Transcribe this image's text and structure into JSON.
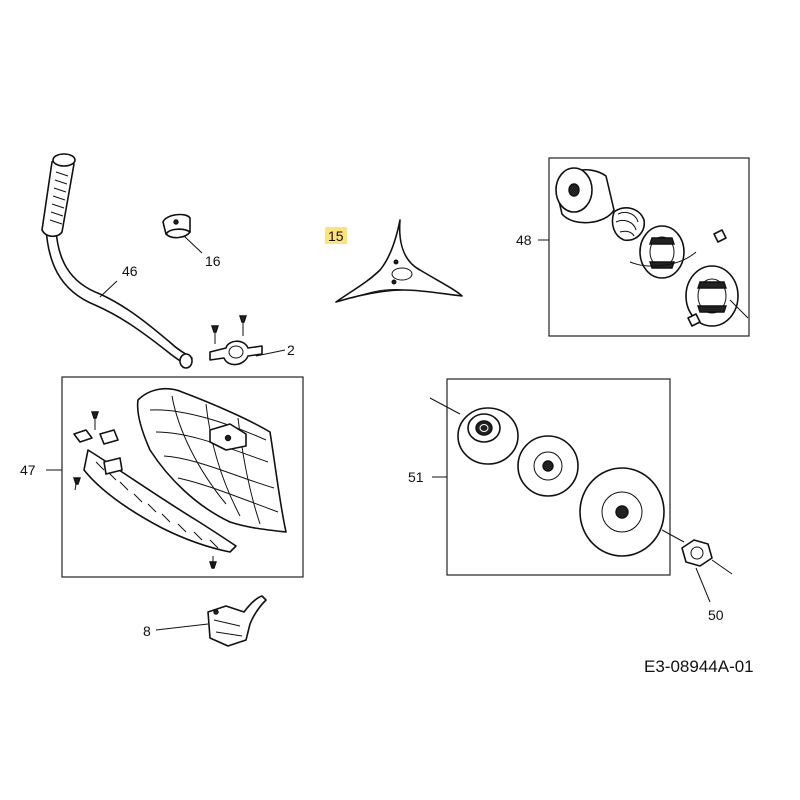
{
  "labels": {
    "p46": "46",
    "p16": "16",
    "p15": "15",
    "p48": "48",
    "p2": "2",
    "p47": "47",
    "p51": "51",
    "p8": "8",
    "p50": "50"
  },
  "diagram_code": "E3-08944A-01",
  "colors": {
    "highlight": "#ffe27a",
    "line": "#111111"
  }
}
